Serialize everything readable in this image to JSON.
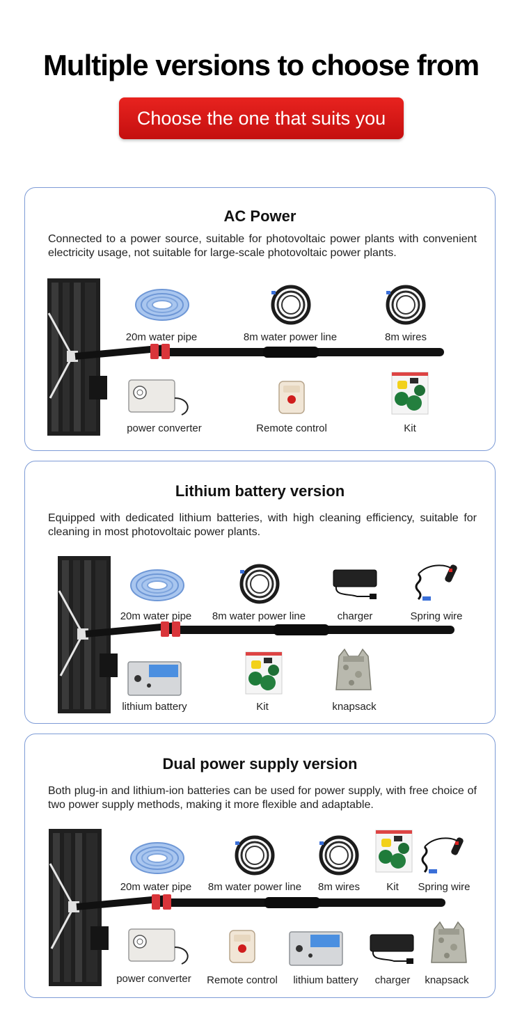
{
  "header": {
    "title": "Multiple versions to choose from",
    "subtitle": "Choose the one that suits you"
  },
  "versions": [
    {
      "title": "AC Power",
      "description": "Connected to a power source, suitable for photovoltaic power plants with convenient electricity usage, not suitable for large-scale photovoltaic power plants.",
      "items": [
        "20m water pipe",
        "8m water power line",
        "8m wires",
        "power converter",
        "Remote control",
        "Kit"
      ]
    },
    {
      "title": "Lithium battery version",
      "description": "Equipped with dedicated lithium batteries, with high cleaning efficiency, suitable for cleaning in most photovoltaic power plants.",
      "items": [
        "20m water pipe",
        "8m water power line",
        "charger",
        "Spring wire",
        "lithium battery",
        "Kit",
        "knapsack"
      ]
    },
    {
      "title": "Dual power supply version",
      "description": "Both plug-in and lithium-ion batteries can be used for power supply, with free choice of two power supply methods, making it more flexible and adaptable.",
      "items": [
        "20m water pipe",
        "8m water power line",
        "8m wires",
        "Kit",
        "Spring wire",
        "power converter",
        "Remote control",
        "lithium battery",
        "charger",
        "knapsack"
      ]
    }
  ],
  "colors": {
    "accent_red": "#d21a17",
    "card_border": "#7d9bd6",
    "hose_blue": "#8fb3e8"
  }
}
